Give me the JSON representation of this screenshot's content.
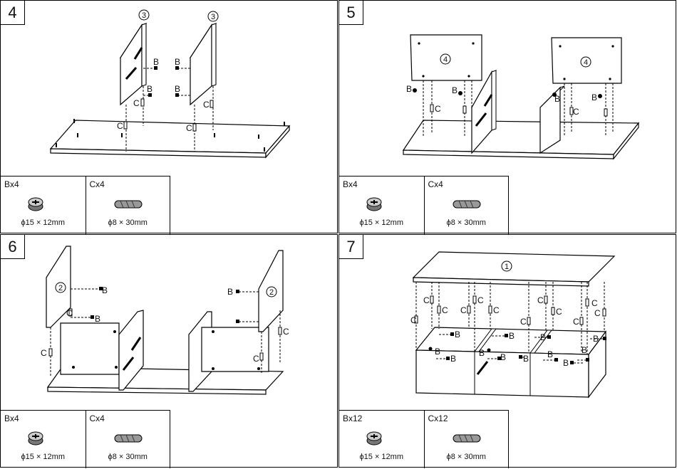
{
  "steps": [
    {
      "number": "4",
      "callouts": [
        "3",
        "3"
      ],
      "markers": [
        "B",
        "B",
        "B",
        "B",
        "C",
        "C",
        "C",
        "C"
      ],
      "parts": [
        {
          "qty": "Bx4",
          "size": "ϕ15 × 12mm",
          "icon": "cam-lock-icon"
        },
        {
          "qty": "Cx4",
          "size": "ϕ8 × 30mm",
          "icon": "wooden-dowel-icon"
        }
      ]
    },
    {
      "number": "5",
      "callouts": [
        "4",
        "4"
      ],
      "markers": [
        "B",
        "B",
        "B",
        "B",
        "C",
        "C"
      ],
      "parts": [
        {
          "qty": "Bx4",
          "size": "ϕ15 × 12mm",
          "icon": "cam-lock-icon"
        },
        {
          "qty": "Cx4",
          "size": "ϕ8 × 30mm",
          "icon": "wooden-dowel-icon"
        }
      ]
    },
    {
      "number": "6",
      "callouts": [
        "2",
        "2"
      ],
      "markers": [
        "B",
        "B",
        "B",
        "C",
        "C",
        "C",
        "C"
      ],
      "parts": [
        {
          "qty": "Bx4",
          "size": "ϕ15 × 12mm",
          "icon": "cam-lock-icon"
        },
        {
          "qty": "Cx4",
          "size": "ϕ8 × 30mm",
          "icon": "wooden-dowel-icon"
        }
      ]
    },
    {
      "number": "7",
      "callouts": [
        "1"
      ],
      "markers": [
        "C",
        "C",
        "C",
        "C",
        "C",
        "C",
        "C",
        "C",
        "C",
        "C",
        "C",
        "C",
        "B",
        "B",
        "B",
        "B",
        "B",
        "B",
        "B",
        "B",
        "B",
        "B",
        "B",
        "B"
      ],
      "parts": [
        {
          "qty": "Bx12",
          "size": "ϕ15 × 12mm",
          "icon": "cam-lock-icon"
        },
        {
          "qty": "Cx12",
          "size": "ϕ8 × 30mm",
          "icon": "wooden-dowel-icon"
        }
      ]
    }
  ]
}
